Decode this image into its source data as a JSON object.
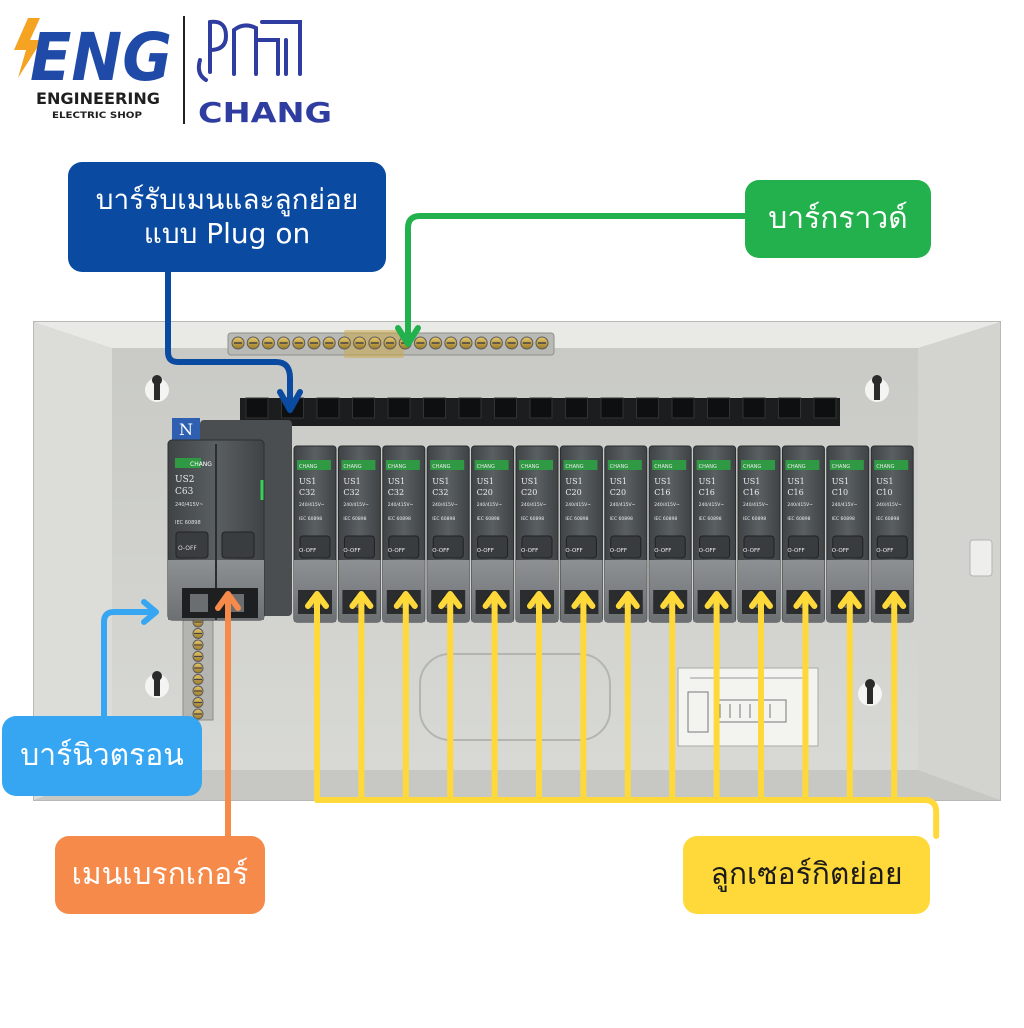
{
  "logos": {
    "eng": {
      "mark": "ENG",
      "line1": "ENGINEERING",
      "line2": "ELECTRIC SHOP"
    },
    "chang": {
      "mark": "CHANG"
    }
  },
  "panel": {
    "neutral_tag": "N",
    "main_breaker": {
      "brand": "CHANG",
      "model": "US2",
      "rating": "C63",
      "spec": "240/415V~",
      "std": "IEC 60898",
      "switch": "O-OFF"
    },
    "breakers": [
      {
        "brand": "CHANG",
        "model": "US1",
        "rating": "C32",
        "spec": "240/415V~",
        "std": "IEC 60898",
        "switch": "O-OFF"
      },
      {
        "brand": "CHANG",
        "model": "US1",
        "rating": "C32",
        "spec": "240/415V~",
        "std": "IEC 60898",
        "switch": "O-OFF"
      },
      {
        "brand": "CHANG",
        "model": "US1",
        "rating": "C32",
        "spec": "240/415V~",
        "std": "IEC 60898",
        "switch": "O-OFF"
      },
      {
        "brand": "CHANG",
        "model": "US1",
        "rating": "C32",
        "spec": "240/415V~",
        "std": "IEC 60898",
        "switch": "O-OFF"
      },
      {
        "brand": "CHANG",
        "model": "US1",
        "rating": "C20",
        "spec": "240/415V~",
        "std": "IEC 60898",
        "switch": "O-OFF"
      },
      {
        "brand": "CHANG",
        "model": "US1",
        "rating": "C20",
        "spec": "240/415V~",
        "std": "IEC 60898",
        "switch": "O-OFF"
      },
      {
        "brand": "CHANG",
        "model": "US1",
        "rating": "C20",
        "spec": "240/415V~",
        "std": "IEC 60898",
        "switch": "O-OFF"
      },
      {
        "brand": "CHANG",
        "model": "US1",
        "rating": "C20",
        "spec": "240/415V~",
        "std": "IEC 60898",
        "switch": "O-OFF"
      },
      {
        "brand": "CHANG",
        "model": "US1",
        "rating": "C16",
        "spec": "240/415V~",
        "std": "IEC 60898",
        "switch": "O-OFF"
      },
      {
        "brand": "CHANG",
        "model": "US1",
        "rating": "C16",
        "spec": "240/415V~",
        "std": "IEC 60898",
        "switch": "O-OFF"
      },
      {
        "brand": "CHANG",
        "model": "US1",
        "rating": "C16",
        "spec": "240/415V~",
        "std": "IEC 60898",
        "switch": "O-OFF"
      },
      {
        "brand": "CHANG",
        "model": "US1",
        "rating": "C16",
        "spec": "240/415V~",
        "std": "IEC 60898",
        "switch": "O-OFF"
      },
      {
        "brand": "CHANG",
        "model": "US1",
        "rating": "C10",
        "spec": "240/415V~",
        "std": "IEC 60898",
        "switch": "O-OFF"
      },
      {
        "brand": "CHANG",
        "model": "US1",
        "rating": "C10",
        "spec": "240/415V~",
        "std": "IEC 60898",
        "switch": "O-OFF"
      }
    ]
  },
  "callouts": {
    "busbar": {
      "line1": "บาร์รับเมนและลูกย่อย",
      "line2": "แบบ Plug on"
    },
    "ground": {
      "label": "บาร์กราวด์"
    },
    "neutral": {
      "label": "บาร์นิวตรอน"
    },
    "main_breaker": {
      "label": "เมนเบรกเกอร์"
    },
    "sub_breakers": {
      "label": "ลูกเซอร์กิตย่อย"
    }
  },
  "colors": {
    "busbar_callout": "#0a4aa0",
    "ground_callout": "#22b14c",
    "neutral_callout": "#36a6f2",
    "main_callout": "#f58a4a",
    "sub_callout": "#ffd93a",
    "enclosure": "#d9dad6",
    "breaker_body": "#4e5356"
  }
}
